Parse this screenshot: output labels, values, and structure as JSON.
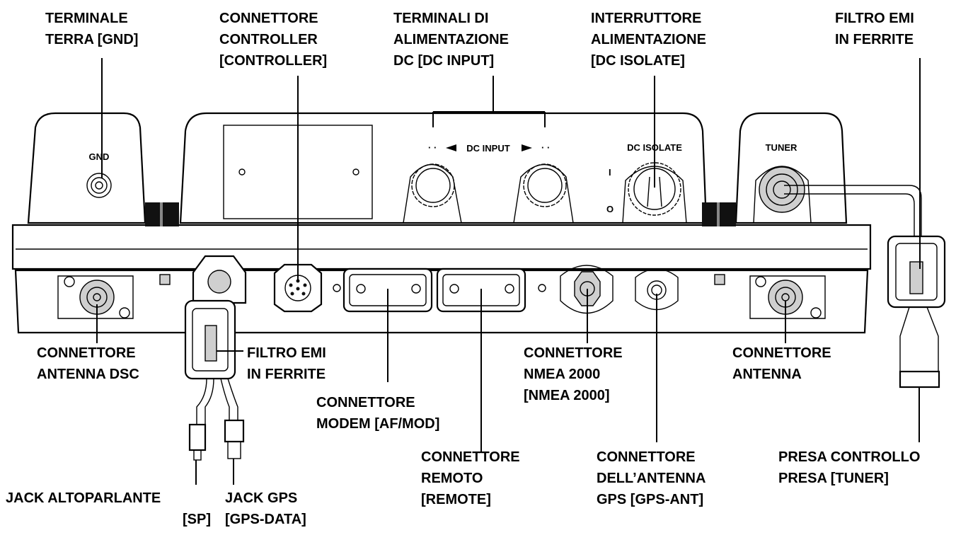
{
  "labels": {
    "gnd": [
      "TERMINALE",
      "TERRA [GND]"
    ],
    "controller": [
      "CONNETTORE",
      "CONTROLLER",
      "[CONTROLLER]"
    ],
    "dc_input": [
      "TERMINALI DI",
      "ALIMENTAZIONE",
      "DC [DC INPUT]"
    ],
    "dc_isolate": [
      "INTERRUTTORE",
      "ALIMENTAZIONE",
      "[DC ISOLATE]"
    ],
    "emi_top": [
      "FILTRO EMI",
      "IN FERRITE"
    ],
    "antenna_dsc": [
      "CONNETTORE",
      "ANTENNA DSC"
    ],
    "emi_left": [
      "FILTRO EMI",
      "IN FERRITE"
    ],
    "nmea": [
      "CONNETTORE",
      "NMEA 2000",
      "[NMEA 2000]"
    ],
    "antenna": [
      "CONNETTORE",
      "ANTENNA"
    ],
    "modem": [
      "CONNETTORE",
      "MODEM [AF/MOD]"
    ],
    "remote": [
      "CONNETTORE",
      "REMOTO",
      "[REMOTE]"
    ],
    "gps_ant": [
      "CONNETTORE",
      "DELL’ANTENNA",
      "GPS [GPS-ANT]"
    ],
    "tuner_socket": [
      "PRESA CONTROLLO",
      "PRESA [TUNER]"
    ],
    "speaker": [
      "JACK ALTOPARLANTE",
      "[SP]"
    ],
    "gps_data": [
      "JACK GPS",
      "[GPS-DATA]"
    ]
  },
  "panel": {
    "gnd": "GND",
    "dc_input": "DC INPUT",
    "dc_isolate": "DC ISOLATE",
    "tuner": "TUNER",
    "switch_on": "I",
    "switch_off": "O"
  }
}
